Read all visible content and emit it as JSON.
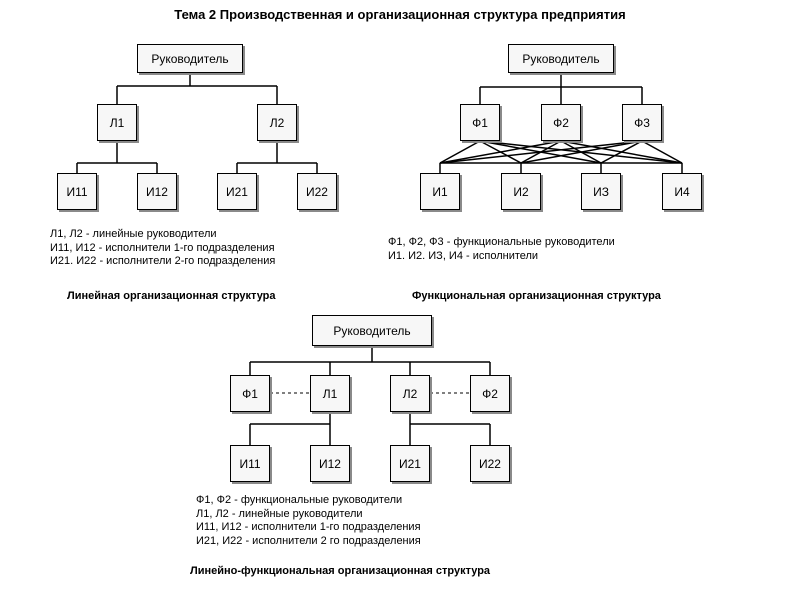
{
  "title": "Тема 2 Производственная и организационная структура предприятия",
  "linear": {
    "boxes": {
      "head": "Руководитель",
      "l1": "Л1",
      "l2": "Л2",
      "i11": "И11",
      "i12": "И12",
      "i21": "И21",
      "i22": "И22"
    },
    "legend": [
      "Л1, Л2 - линейные руководители",
      "И11, И12 - исполнители 1-го подразделения",
      "И21. И22 - исполнители 2-го подразделения"
    ],
    "caption": "Линейная организационная структура"
  },
  "functional": {
    "boxes": {
      "head": "Руководитель",
      "f1": "Ф1",
      "f2": "Ф2",
      "f3": "Ф3",
      "i1": "И1",
      "i2": "И2",
      "i3": "ИЗ",
      "i4": "И4"
    },
    "legend": [
      "Ф1, Ф2, Ф3 - функциональные руководители",
      "И1. И2. ИЗ, И4 - исполнители"
    ],
    "caption": "Функциональная организационная структура"
  },
  "linear_functional": {
    "boxes": {
      "head": "Руководитель",
      "f1": "Ф1",
      "l1": "Л1",
      "l2": "Л2",
      "f2": "Ф2",
      "i11": "И11",
      "i12": "И12",
      "i21": "И21",
      "i22": "И22"
    },
    "legend": [
      "Ф1, Ф2 - функциональные руководители",
      "Л1, Л2 - линейные руководители",
      "И11, И12 - исполнители 1-го подразделения",
      "И21, И22 - исполнители 2 го подразделения"
    ],
    "caption": "Линейно-функциональная организационная структура"
  }
}
